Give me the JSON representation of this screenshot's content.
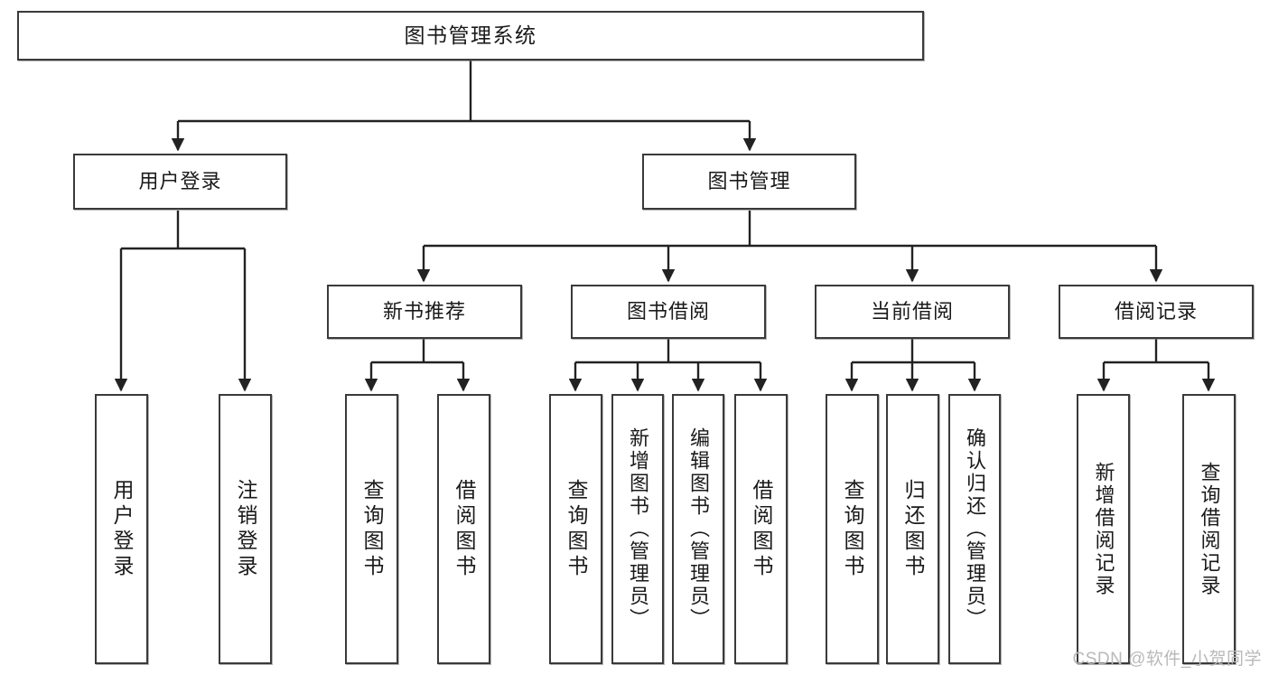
{
  "diagram": {
    "type": "tree-hierarchy",
    "title": "图书管理系统",
    "orientation": "top-down",
    "colors": {
      "node_border": "#3a3a3a",
      "node_fill": "#ffffff",
      "edge": "#222222",
      "text": "#1a1a1a",
      "watermark": "#b9b9b9",
      "background": "#ffffff"
    },
    "watermark": "CSDN @软件_小贺同学",
    "levels": {
      "root": {
        "label": "图书管理系统"
      },
      "level2": [
        {
          "label": "用户登录"
        },
        {
          "label": "图书管理"
        }
      ],
      "level3": [
        {
          "label": "新书推荐"
        },
        {
          "label": "图书借阅"
        },
        {
          "label": "当前借阅"
        },
        {
          "label": "借阅记录"
        }
      ]
    },
    "nodes": {
      "root": "图书管理系统",
      "user_login": "用户登录",
      "book_manage": "图书管理",
      "new_book_rec": "新书推荐",
      "book_borrow": "图书借阅",
      "current_borrow": "当前借阅",
      "borrow_record": "借阅记录",
      "leaf_user_login": "用户登录",
      "leaf_logout": "注销登录",
      "leaf_query_book_1": "查询图书",
      "leaf_borrow_book_1": "借阅图书",
      "leaf_query_book_2": "查询图书",
      "leaf_add_book_admin": "新增图书（管理员）",
      "leaf_edit_book_admin": "编辑图书（管理员）",
      "leaf_borrow_book_2": "借阅图书",
      "leaf_query_book_3": "查询图书",
      "leaf_return_book": "归还图书",
      "leaf_confirm_return_admin": "确认归还（管理员）",
      "leaf_add_record": "新增借阅记录",
      "leaf_query_record": "查询借阅记录"
    },
    "tree": [
      {
        "label": "图书管理系统",
        "children": [
          {
            "label": "用户登录",
            "children": [
              {
                "label": "用户登录"
              },
              {
                "label": "注销登录"
              }
            ]
          },
          {
            "label": "图书管理",
            "children": [
              {
                "label": "新书推荐",
                "children": [
                  {
                    "label": "查询图书"
                  },
                  {
                    "label": "借阅图书"
                  }
                ]
              },
              {
                "label": "图书借阅",
                "children": [
                  {
                    "label": "查询图书"
                  },
                  {
                    "label": "新增图书（管理员）"
                  },
                  {
                    "label": "编辑图书（管理员）"
                  },
                  {
                    "label": "借阅图书"
                  }
                ]
              },
              {
                "label": "当前借阅",
                "children": [
                  {
                    "label": "查询图书"
                  },
                  {
                    "label": "归还图书"
                  },
                  {
                    "label": "确认归还（管理员）"
                  }
                ]
              },
              {
                "label": "借阅记录",
                "children": [
                  {
                    "label": "新增借阅记录"
                  },
                  {
                    "label": "查询借阅记录"
                  }
                ]
              }
            ]
          }
        ]
      }
    ]
  }
}
